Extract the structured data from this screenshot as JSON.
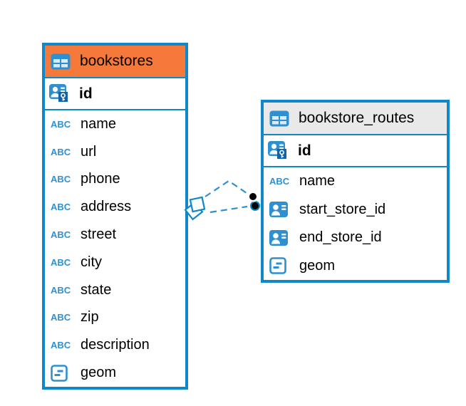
{
  "colors": {
    "table_border": "#1088C8",
    "icon_blue": "#2E90D1",
    "key_badge_blue": "#1463A8",
    "bookstores_header": "#F5793B",
    "routes_header": "#E9E9E9",
    "relation_line": "#2E90D1"
  },
  "icons": {
    "text_type_label": "ABC"
  },
  "tables": [
    {
      "name": "bookstores",
      "columns": [
        {
          "name": "id",
          "type": "primary-key"
        },
        {
          "name": "name",
          "type": "text"
        },
        {
          "name": "url",
          "type": "text"
        },
        {
          "name": "phone",
          "type": "text"
        },
        {
          "name": "address",
          "type": "text"
        },
        {
          "name": "street",
          "type": "text"
        },
        {
          "name": "city",
          "type": "text"
        },
        {
          "name": "state",
          "type": "text"
        },
        {
          "name": "zip",
          "type": "text"
        },
        {
          "name": "description",
          "type": "text"
        },
        {
          "name": "geom",
          "type": "geometry"
        }
      ]
    },
    {
      "name": "bookstore_routes",
      "columns": [
        {
          "name": "id",
          "type": "primary-key"
        },
        {
          "name": "name",
          "type": "text"
        },
        {
          "name": "start_store_id",
          "type": "foreign-key"
        },
        {
          "name": "end_store_id",
          "type": "foreign-key"
        },
        {
          "name": "geom",
          "type": "geometry"
        }
      ]
    }
  ],
  "relations": [
    {
      "from": "bookstores",
      "to": "bookstore_routes",
      "style": "dashed"
    },
    {
      "from": "bookstores",
      "to": "bookstore_routes",
      "style": "dashed"
    }
  ]
}
